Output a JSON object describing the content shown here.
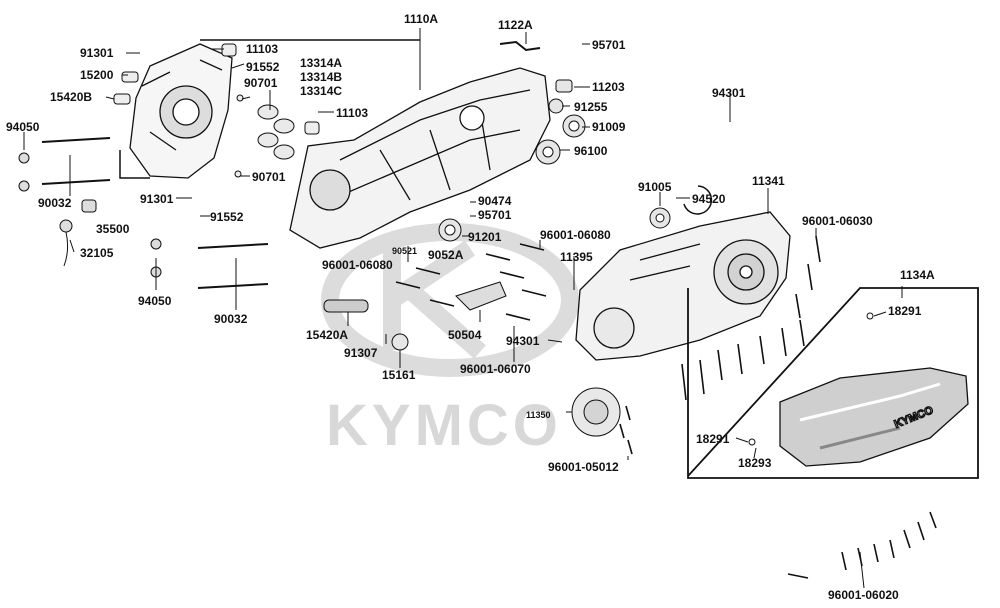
{
  "watermark": "KYMCO",
  "cover_logo": "KYMCO",
  "labels": {
    "p1110A": "1110A",
    "p1122A": "1122A",
    "p95701a": "95701",
    "p91301a": "91301",
    "p11103a": "11103",
    "p15200": "15200",
    "p91552a": "91552",
    "p13314A": "13314A",
    "p13314B": "13314B",
    "p13314C": "13314C",
    "p90701a": "90701",
    "p15420B": "15420B",
    "p11203": "11203",
    "p91255": "91255",
    "p94301a": "94301",
    "p11103b": "11103",
    "p94050a": "94050",
    "p91009": "91009",
    "p96100": "96100",
    "p90701b": "90701",
    "p91005": "91005",
    "p11341": "11341",
    "p90032a": "90032",
    "p91301b": "91301",
    "p90474": "90474",
    "p95701b": "95701",
    "p94520": "94520",
    "p35500": "35500",
    "p91552b": "91552",
    "p96001_06030": "96001-06030",
    "p91201": "91201",
    "p96001_06080a": "96001-06080",
    "p32105": "32105",
    "p90521": "90521",
    "p9052A": "9052A",
    "p11395": "11395",
    "p96001_06080b": "96001-06080",
    "p1134A": "1134A",
    "p94050b": "94050",
    "p18291a": "18291",
    "p90032b": "90032",
    "p15420A": "15420A",
    "p50504": "50504",
    "p94301b": "94301",
    "p91307": "91307",
    "p15161": "15161",
    "p96001_06070": "96001-06070",
    "p11350": "11350",
    "p18291b": "18291",
    "p18293": "18293",
    "p96001_05012": "96001-05012",
    "p96001_06020": "96001-06020"
  }
}
